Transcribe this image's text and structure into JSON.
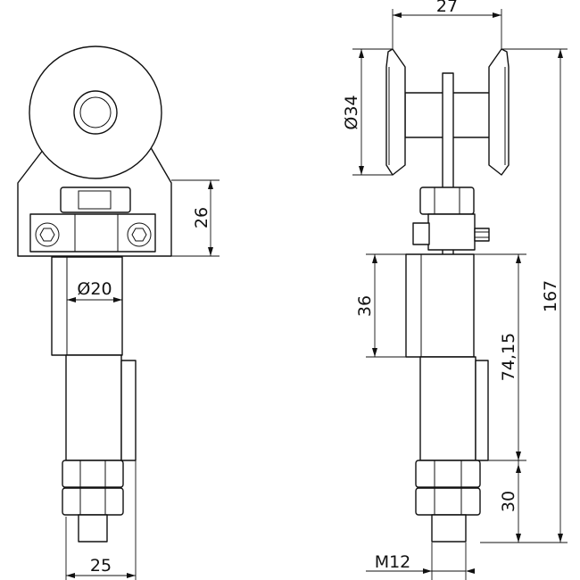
{
  "dimensions": {
    "width_27": "27",
    "diameter_34": "Ø34",
    "height_26": "26",
    "diameter_20": "Ø20",
    "height_36": "36",
    "length_74_15": "74,15",
    "length_167": "167",
    "height_30": "30",
    "width_25": "25",
    "thread_m12": "M12"
  }
}
